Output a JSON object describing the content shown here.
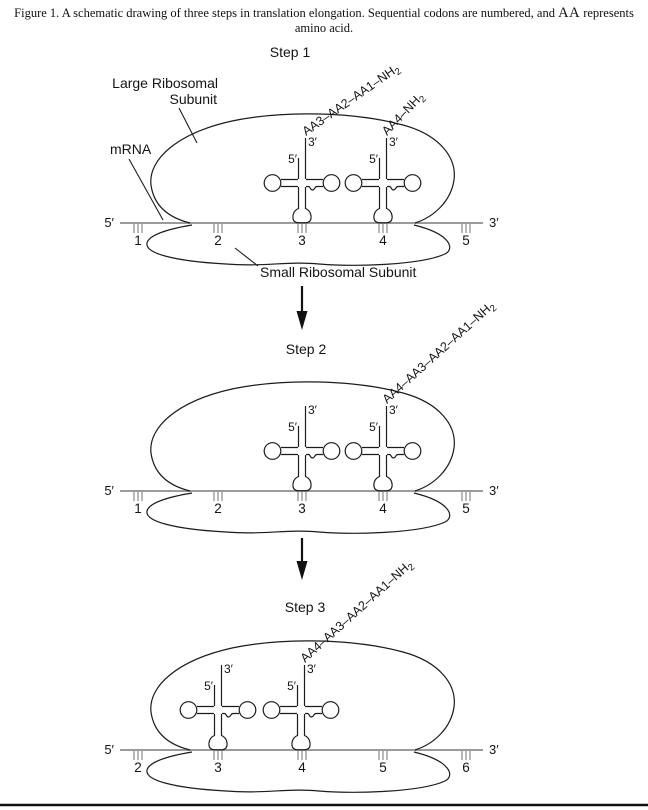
{
  "caption": {
    "l1_pre": "Figure 1. A schematic drawing of three steps in translation elongation. Sequential codons are numbered, and ",
    "l1_aa": "AA",
    "l1_post": " represents",
    "l2": "amino acid."
  },
  "colors": {
    "ink": "#1c1c1c",
    "mrna_gray": "#9b9b9b",
    "background": "#ffffff"
  },
  "labels": {
    "large_subunit_1": "Large Ribosomal",
    "large_subunit_2": "Subunit",
    "mrna": "mRNA",
    "small_subunit": "Small Ribosomal Subunit"
  },
  "steps": [
    {
      "title": "Step 1",
      "mrna_five": "5′",
      "mrna_three": "3′",
      "codons": [
        "1",
        "2",
        "3",
        "4",
        "5"
      ],
      "trna_p": {
        "five": "5′",
        "three": "3′",
        "chain_main": "AA3–AA2–AA1–NH",
        "chain_sub": "2"
      },
      "trna_a": {
        "five": "5′",
        "three": "3′",
        "chain_main": "AA4–NH",
        "chain_sub": "2"
      }
    },
    {
      "title": "Step 2",
      "mrna_five": "5′",
      "mrna_three": "3′",
      "codons": [
        "1",
        "2",
        "3",
        "4",
        "5"
      ],
      "trna_p": {
        "five": "5′",
        "three": "3′"
      },
      "trna_a": {
        "five": "5′",
        "three": "3′",
        "chain_main": "AA4–AA3–AA2–AA1–NH",
        "chain_sub": "2"
      }
    },
    {
      "title": "Step 3",
      "mrna_five": "5′",
      "mrna_three": "3′",
      "codons": [
        "2",
        "3",
        "4",
        "5",
        "6"
      ],
      "trna_p": {
        "five": "5′",
        "three": "3′"
      },
      "trna_a": {
        "five": "5′",
        "three": "3′",
        "chain_main": "AA4–AA3–AA2–AA1–NH",
        "chain_sub": "2"
      }
    }
  ]
}
